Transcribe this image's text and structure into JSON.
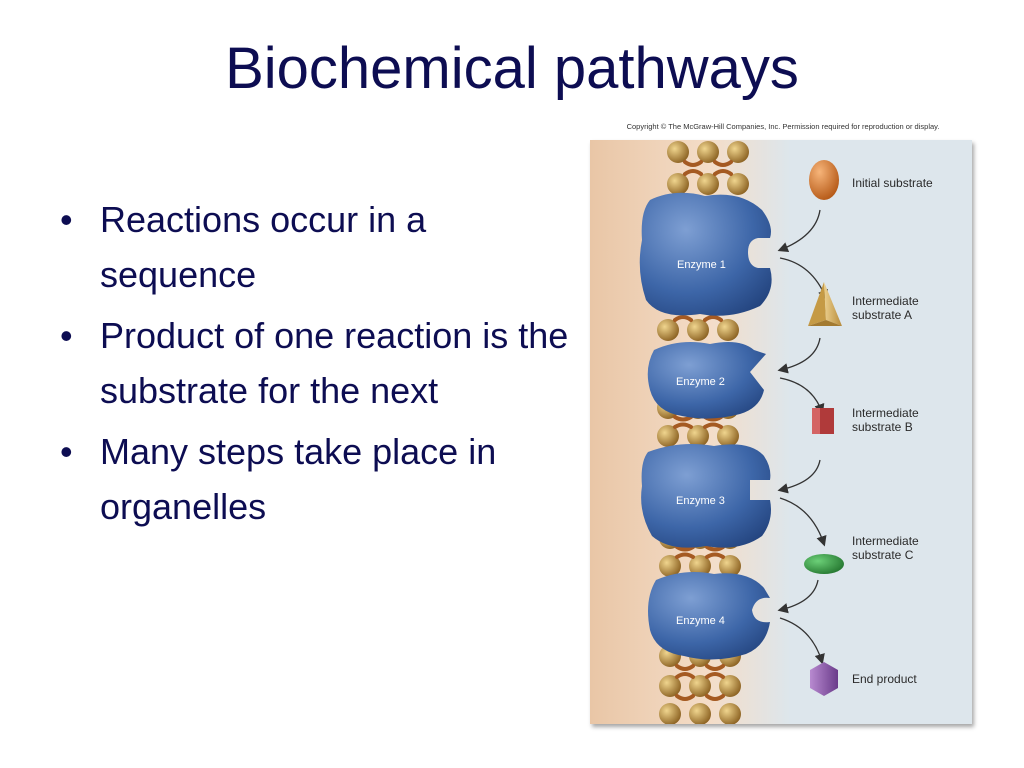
{
  "slide": {
    "title": "Biochemical pathways",
    "bullets": [
      "Reactions occur in a sequence",
      "Product of one reaction is the substrate for the next",
      "Many steps take place in organelles"
    ]
  },
  "figure": {
    "copyright": "Copyright © The McGraw-Hill Companies, Inc. Permission required for reproduction or display.",
    "enzymes": [
      "Enzyme 1",
      "Enzyme 2",
      "Enzyme 3",
      "Enzyme 4"
    ],
    "molecules": [
      {
        "label_line1": "Initial substrate",
        "label_line2": "",
        "shape": "sphere",
        "color": "#d9721f"
      },
      {
        "label_line1": "Intermediate",
        "label_line2": "substrate A",
        "shape": "pyramid",
        "color": "#d6b25e"
      },
      {
        "label_line1": "Intermediate",
        "label_line2": "substrate B",
        "shape": "cube",
        "color": "#b03a3a"
      },
      {
        "label_line1": "Intermediate",
        "label_line2": "substrate C",
        "shape": "ellipsoid",
        "color": "#2e9a3c"
      },
      {
        "label_line1": "End product",
        "label_line2": "",
        "shape": "hexagon",
        "color": "#8a4fae"
      }
    ],
    "colors": {
      "enzyme": "#3d66a8",
      "membrane_head": "#b5873a",
      "membrane_bg": "#f1d5bc",
      "panel_bg": "#dde6ec"
    }
  }
}
